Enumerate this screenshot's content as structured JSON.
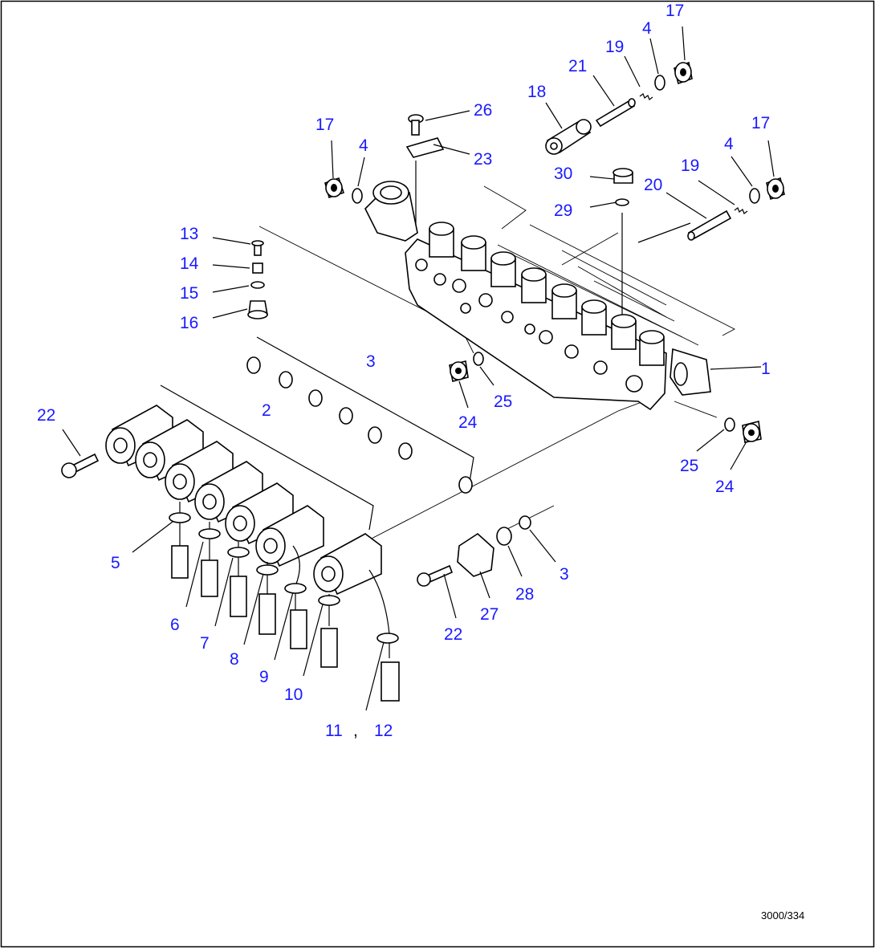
{
  "label_color": "#1a1aff",
  "line_color": "#000000",
  "figure_code": "3000/334",
  "separator": ",",
  "callouts": [
    {
      "id": "c17a",
      "text": "17"
    },
    {
      "id": "c4a",
      "text": "4"
    },
    {
      "id": "c19a",
      "text": "19"
    },
    {
      "id": "c21",
      "text": "21"
    },
    {
      "id": "c18",
      "text": "18"
    },
    {
      "id": "c26",
      "text": "26"
    },
    {
      "id": "c23",
      "text": "23"
    },
    {
      "id": "c17b",
      "text": "17"
    },
    {
      "id": "c4b",
      "text": "4"
    },
    {
      "id": "c17c",
      "text": "17"
    },
    {
      "id": "c4c",
      "text": "4"
    },
    {
      "id": "c19b",
      "text": "19"
    },
    {
      "id": "c20",
      "text": "20"
    },
    {
      "id": "c30",
      "text": "30"
    },
    {
      "id": "c29",
      "text": "29"
    },
    {
      "id": "c13",
      "text": "13"
    },
    {
      "id": "c14",
      "text": "14"
    },
    {
      "id": "c15",
      "text": "15"
    },
    {
      "id": "c16",
      "text": "16"
    },
    {
      "id": "c3a",
      "text": "3"
    },
    {
      "id": "c1",
      "text": "1"
    },
    {
      "id": "c2",
      "text": "2"
    },
    {
      "id": "c22a",
      "text": "22"
    },
    {
      "id": "c24a",
      "text": "24"
    },
    {
      "id": "c25a",
      "text": "25"
    },
    {
      "id": "c25b",
      "text": "25"
    },
    {
      "id": "c24b",
      "text": "24"
    },
    {
      "id": "c5",
      "text": "5"
    },
    {
      "id": "c6",
      "text": "6"
    },
    {
      "id": "c7",
      "text": "7"
    },
    {
      "id": "c8",
      "text": "8"
    },
    {
      "id": "c9",
      "text": "9"
    },
    {
      "id": "c10",
      "text": "10"
    },
    {
      "id": "c11",
      "text": "11"
    },
    {
      "id": "c12",
      "text": "12"
    },
    {
      "id": "c22b",
      "text": "22"
    },
    {
      "id": "c27",
      "text": "27"
    },
    {
      "id": "c28",
      "text": "28"
    },
    {
      "id": "c3b",
      "text": "3"
    }
  ]
}
